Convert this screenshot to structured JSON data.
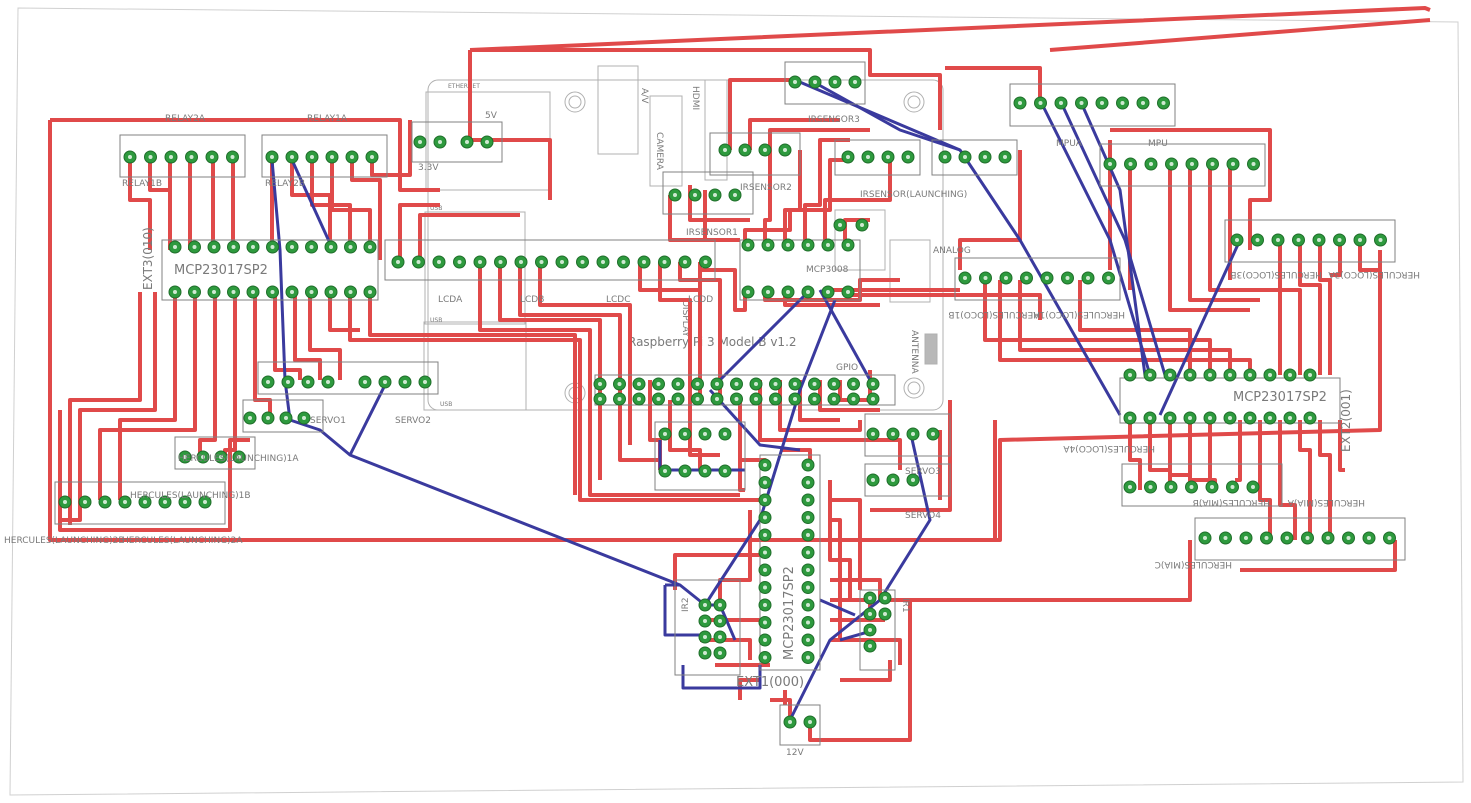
{
  "colors": {
    "background": "#ffffff",
    "board_outline": "#d0d0d0",
    "silkscreen": "#808080",
    "top_trace": "#e04a4a",
    "bottom_trace": "#3a3a9e",
    "pad": "#2e9a3e",
    "pad_ring": "#1f6e2a"
  },
  "labels": {
    "relay2a": "RELAY2A",
    "relay1a": "RELAY1A",
    "relay1b": "RELAY1B",
    "relay2b": "RELAY2B",
    "ext3": "EXT3(010)",
    "mcp_left": "MCP23017SP2",
    "mcp_right": "MCP23017SP2",
    "mcp_bottom": "MCP23017SP2",
    "ext2": "EXT2(001)",
    "ext1": "EXT1(000)",
    "mcp3008": "MCP3008",
    "rpi": "Raspberry Pi 3 Model B v1.2",
    "lcda": "LCDA",
    "lcdb": "LCDB",
    "lcdc": "LCDC",
    "lcdd": "LCDD",
    "irsensor3": "IRSENSOR3",
    "irsensor2": "IRSENSOR2",
    "irsensor1": "IRSENSOR1",
    "irsensor_launching": "IRSENSOR(LAUNCHING)",
    "analog": "ANALOG",
    "mpu": "MPU",
    "mpua": "MPUA",
    "servo1": "SERVO1",
    "servo2": "SERVO2",
    "servo3": "SERVO3",
    "servo4": "SERVO4",
    "v5": "5V",
    "v33": "3.3V",
    "v12": "12V",
    "hl_1a": "HERCULES(LAUNCHING)1A",
    "hl_1b": "HERCULES(LAUNCHING)1B",
    "hl_2a": "HERCULES(LAUNCHING)2A",
    "hl_2b": "HERCULES(LAUNCHING)2B",
    "loco_3b": "HERCULES(LOCO)3B",
    "loco_3a": "HERCULES(LOCO)3A",
    "loco_4a": "HERCULES(LOCO)4A",
    "loco_1b": "HERCULES(LOCO)1B",
    "loco_1a": "HERCULES(LOCO)1A",
    "mia_b": "HERCULES(MIA)B",
    "mia_a": "HERCULES(MIA)A",
    "mia_c": "HERCULES(MIA)C",
    "ir1": "IR1",
    "ir2": "IR2",
    "camera": "CAMERA",
    "display": "DISPLAY",
    "antenna": "ANTENNA",
    "gpio": "GPIO",
    "usb1": "USB",
    "usb2": "USB",
    "usb3": "USB",
    "ethernet": "ETHERNET",
    "av": "A/V",
    "hdmi": "HDMI"
  }
}
